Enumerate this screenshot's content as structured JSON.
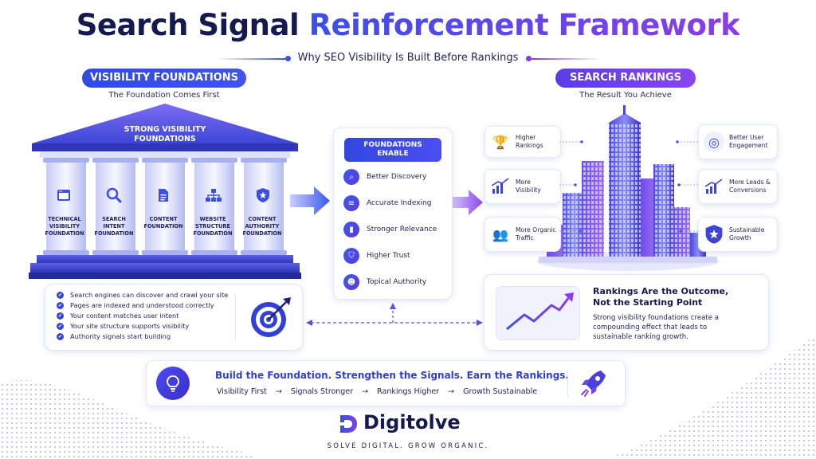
{
  "title": {
    "part1": "Search Signal",
    "part2": "Reinforcement Framework"
  },
  "subtitle": "Why SEO Visibility Is Built Before Rankings",
  "colors": {
    "navy": "#141a4d",
    "blue": "#3b4fe8",
    "purple": "#7b3fe4",
    "accent": "#5b3de0"
  },
  "left": {
    "pill": "VISIBILITY FOUNDATIONS",
    "caption": "The Foundation Comes First",
    "roof_label": [
      "STRONG VISIBILITY",
      "FOUNDATIONS"
    ],
    "pillars": [
      {
        "icon": "browser-icon",
        "lines": [
          "TECHNICAL",
          "VISIBILITY",
          "FOUNDATION"
        ]
      },
      {
        "icon": "magnifier-icon",
        "lines": [
          "SEARCH",
          "INTENT",
          "FOUNDATION"
        ]
      },
      {
        "icon": "document-icon",
        "lines": [
          "CONTENT",
          "FOUNDATION"
        ]
      },
      {
        "icon": "sitemap-icon",
        "lines": [
          "WEBSITE",
          "STRUCTURE",
          "FOUNDATION"
        ]
      },
      {
        "icon": "shield-star-icon",
        "lines": [
          "CONTENT",
          "AUTHORITY",
          "FOUNDATION"
        ]
      }
    ],
    "checklist": [
      "Search engines can discover and crawl your site",
      "Pages are indexed and understood correctly",
      "Your content matches user intent",
      "Your site structure supports visibility",
      "Authority signals start building"
    ]
  },
  "middle": {
    "heading": [
      "FOUNDATIONS",
      "ENABLE"
    ],
    "items": [
      {
        "icon": "search-icon",
        "label": "Better Discovery"
      },
      {
        "icon": "database-icon",
        "label": "Accurate Indexing"
      },
      {
        "icon": "bar-chart-icon",
        "label": "Stronger Relevance"
      },
      {
        "icon": "shield-icon",
        "label": "Higher Trust"
      },
      {
        "icon": "people-icon",
        "label": "Topical Authority"
      }
    ]
  },
  "right": {
    "pill": "SEARCH RANKINGS",
    "caption": "The Result You Achieve",
    "left_cards": [
      {
        "icon": "trophy-icon",
        "lines": [
          "Higher",
          "Rankings"
        ]
      },
      {
        "icon": "growth-chart-icon",
        "lines": [
          "More",
          "Visibility"
        ]
      },
      {
        "icon": "group-icon",
        "lines": [
          "More Organic",
          "Traffic"
        ]
      }
    ],
    "right_cards": [
      {
        "icon": "target-icon",
        "lines": [
          "Better User",
          "Engagement"
        ]
      },
      {
        "icon": "trend-icon",
        "lines": [
          "More Leads &",
          "Conversions"
        ]
      },
      {
        "icon": "shield-star-icon",
        "lines": [
          "Sustainable",
          "Growth"
        ]
      }
    ],
    "outcome": {
      "heading": [
        "Rankings Are the Outcome,",
        "Not the Starting Point"
      ],
      "body": [
        "Strong visibility foundations create a",
        "compounding effect that leads to",
        "sustainable ranking growth."
      ]
    }
  },
  "banner": {
    "headline": "Build the Foundation. Strengthen the Signals. Earn the Rankings.",
    "flow": [
      "Visibility First",
      "Signals Stronger",
      "Rankings Higher",
      "Growth Sustainable"
    ],
    "arrow": "→"
  },
  "brand": {
    "name": "Digitolve",
    "tagline": "SOLVE DIGITAL. GROW ORGANIC."
  }
}
